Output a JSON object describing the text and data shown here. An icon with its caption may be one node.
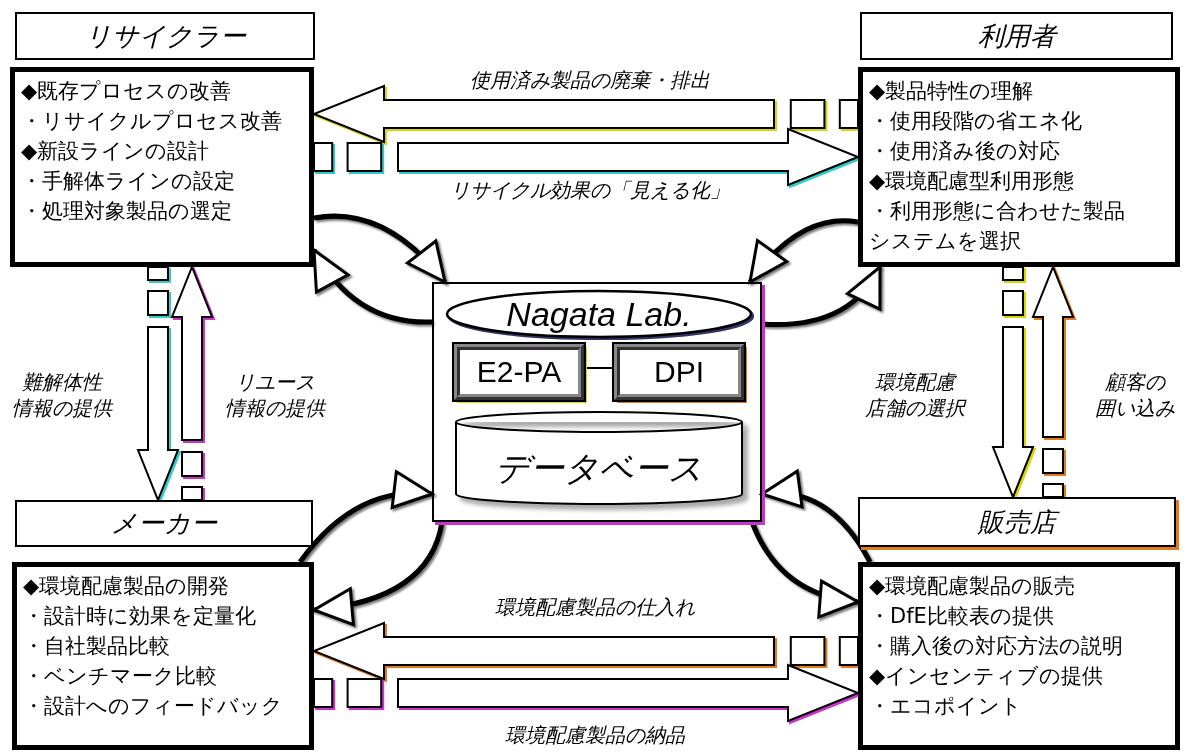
{
  "diagram": {
    "nodes": [
      {
        "text": [
          "リサイクラー"
        ]
      },
      {
        "text": [
          "◆既存プロセスの改善",
          "・リサイクルプロセス改善",
          "◆新設ラインの設計",
          "・手解体ラインの設定",
          "・処理対象製品の選定"
        ]
      },
      {
        "text": [
          "利用者"
        ]
      },
      {
        "text": [
          "◆製品特性の理解",
          "・使用段階の省エネ化",
          "・使用済み後の対応",
          "◆環境配慮型利用形態",
          "・利用形態に合わせた製品システムを選択"
        ]
      },
      {
        "text": [],
        "shape": "box"
      },
      {
        "text": [
          "Nagata Lab."
        ],
        "in": 4
      },
      {
        "text": [
          "E2-PA"
        ],
        "in": 4
      },
      {
        "text": [
          "DPI"
        ],
        "in": 4
      },
      {
        "text": [
          "データベース"
        ],
        "in": 4
      },
      {
        "text": [
          "メーカー"
        ]
      },
      {
        "text": [
          "◆環境配慮製品の開発",
          "・設計時に効果を定量化",
          "・自社製品比較",
          "・ベンチマーク比較",
          "・設計へのフィードバック"
        ]
      },
      {
        "text": [
          "販売店"
        ]
      },
      {
        "text": [
          "◆環境配慮製品の販売",
          "・DfE比較表の提供",
          "・購入後の対応方法の説明",
          "◆インセンティブの提供",
          "・エコポイント"
        ]
      }
    ],
    "edges": [
      {
        "from": 3,
        "to": 1,
        "arrow": "to",
        "label": "使用済み製品の廃棄・排出",
        "style": "thick",
        "color": "#d8d800"
      },
      {
        "from": 1,
        "to": 3,
        "arrow": "to",
        "label": "リサイクル効果の「見える化」",
        "style": "thick",
        "color": "#33cccc"
      },
      {
        "from": 1,
        "to": 9,
        "arrow": "to",
        "label": "難解体性情報の提供",
        "style": "thick",
        "color": "#33cccc"
      },
      {
        "from": 9,
        "to": 1,
        "arrow": "to",
        "label": "リユース情報の提供",
        "style": "thick",
        "color": "#cc33cc"
      },
      {
        "from": 3,
        "to": 11,
        "arrow": "to",
        "label": "環境配慮店舗の選択",
        "style": "thick",
        "color": "#d8d800"
      },
      {
        "from": 11,
        "to": 3,
        "arrow": "to",
        "label": "顧客の囲い込み",
        "style": "thick",
        "color": "#e07b20"
      },
      {
        "from": 12,
        "to": 10,
        "arrow": "to",
        "label": "環境配慮製品の仕入れ",
        "style": "thick",
        "color": "#e07b20"
      },
      {
        "from": 10,
        "to": 12,
        "arrow": "to",
        "label": "環境配慮製品の納品",
        "style": "thick",
        "color": "#cc33cc"
      },
      {
        "from": 1,
        "to": 4,
        "arrow": "to"
      },
      {
        "from": 4,
        "to": 1,
        "arrow": "to"
      },
      {
        "from": 3,
        "to": 4,
        "arrow": "to"
      },
      {
        "from": 4,
        "to": 3,
        "arrow": "to"
      },
      {
        "from": 10,
        "to": 4,
        "arrow": "to"
      },
      {
        "from": 4,
        "to": 10,
        "arrow": "to"
      },
      {
        "from": 12,
        "to": 4,
        "arrow": "to"
      },
      {
        "from": 4,
        "to": 12,
        "arrow": "to"
      },
      {
        "from": 6,
        "to": 7,
        "arrow": "none"
      }
    ]
  }
}
